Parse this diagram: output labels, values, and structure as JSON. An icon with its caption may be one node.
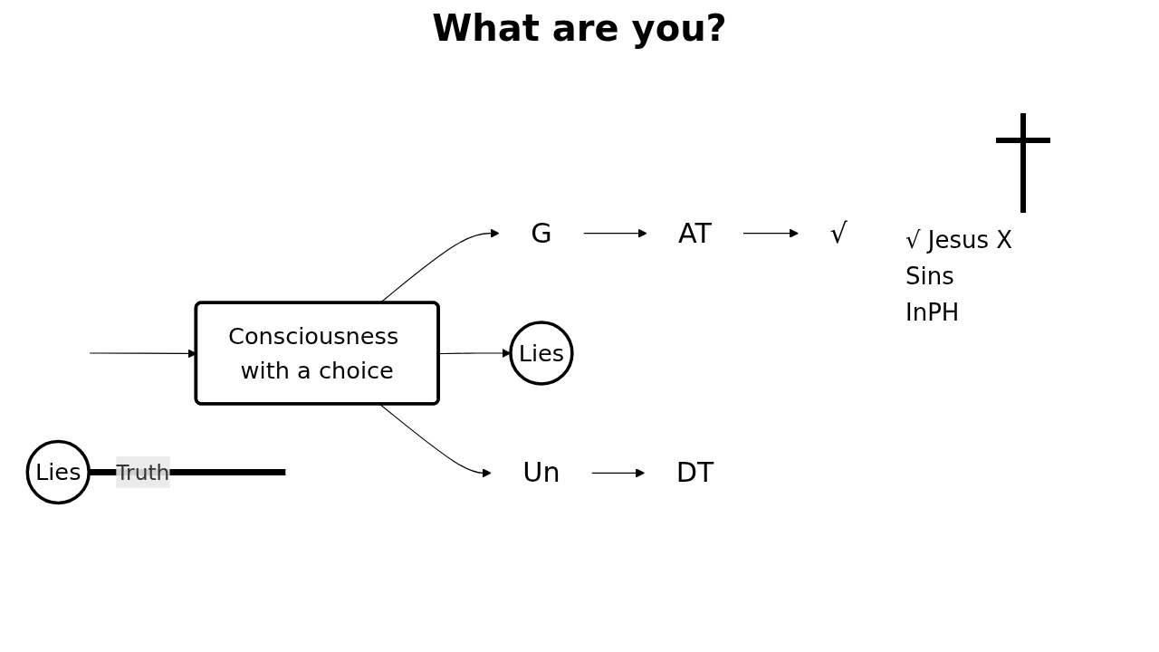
{
  "diagram": {
    "title": "What are you?",
    "nodes": [
      {
        "text": [
          "Consciousness with a choice"
        ]
      },
      {
        "text": [
          "G"
        ]
      },
      {
        "text": [
          "AT"
        ]
      },
      {
        "text": [
          "√"
        ]
      },
      {
        "text": [
          "Lies"
        ]
      },
      {
        "text": [
          "Lies"
        ]
      },
      {
        "text": [
          "Un"
        ]
      },
      {
        "text": [
          "DT"
        ]
      }
    ],
    "edges": [
      {
        "from": null,
        "to": 0,
        "arrow": "to"
      },
      {
        "from": 0,
        "to": 1,
        "arrow": "to"
      },
      {
        "from": 1,
        "to": 2,
        "arrow": "to"
      },
      {
        "from": 2,
        "to": 3,
        "arrow": "to"
      },
      {
        "from": 0,
        "to": 4,
        "arrow": "to"
      },
      {
        "from": 5,
        "to": null,
        "arrow": "none",
        "style": "thick",
        "label": "Truth"
      },
      {
        "from": 0,
        "to": 6,
        "arrow": "to"
      },
      {
        "from": 6,
        "to": 7,
        "arrow": "to"
      }
    ],
    "labels": [
      "√ Jesus X",
      "Sins",
      "InPH"
    ]
  }
}
